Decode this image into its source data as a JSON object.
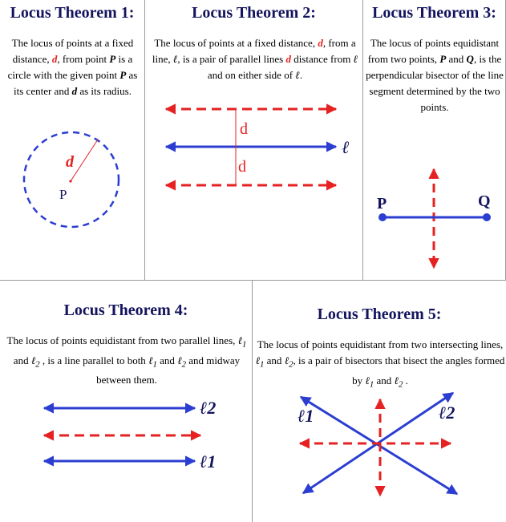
{
  "colors": {
    "blue": "#2b3ed1",
    "red": "#e62121",
    "title": "#14145e"
  },
  "theorem1": {
    "title": "Locus Theorem 1:",
    "t1": "The locus of points at a fixed distance, ",
    "d": "d",
    "t2": ", from point ",
    "p": "P",
    "t3": " is a circle with the given point ",
    "p2": "P",
    "t4": " as its center and ",
    "d2": "d",
    "t5": " as its radius.",
    "fig_d": "d",
    "fig_p": "P"
  },
  "theorem2": {
    "title": "Locus Theorem 2:",
    "t1": "The locus of points at a fixed distance, ",
    "d": "d",
    "t2": ", from a line, ",
    "l": "ℓ",
    "t3": ", is a pair of parallel lines ",
    "d2": "d",
    "t4": " distance from ",
    "l2": "ℓ",
    "t5": " and on either side of ",
    "l3": "ℓ",
    "t6": ".",
    "fig_d_top": "d",
    "fig_d_bottom": "d",
    "fig_l": "ℓ"
  },
  "theorem3": {
    "title": "Locus Theorem 3:",
    "t1": "The locus of points equidistant from two points, ",
    "p": "P",
    "t2": " and ",
    "q": "Q",
    "t3": ", is the perpendicular bisector of the line segment determined by the two points.",
    "fig_p": "P",
    "fig_q": "Q"
  },
  "theorem4": {
    "title": "Locus Theorem 4:",
    "t1": "The locus of points equidistant from two parallel lines, ",
    "l1a": "ℓ",
    "s1a": "1",
    "t2": " and ",
    "l2a": "ℓ",
    "s2a": "2",
    "t3": " , is a line parallel to both ",
    "l1b": "ℓ",
    "s1b": "1",
    "t4": " and ",
    "l2b": "ℓ",
    "s2b": "2",
    "t5": " and midway between them.",
    "fig_l2": "ℓ2",
    "fig_l1": "ℓ1"
  },
  "theorem5": {
    "title": "Locus Theorem 5:",
    "t1": "The locus of points equidistant from two intersecting lines, ",
    "l1a": "ℓ",
    "s1a": "1",
    "t2": " and ",
    "l2a": "ℓ",
    "s2a": "2",
    "t3": ", is a pair of bisectors that bisect the angles formed by ",
    "l1b": "ℓ",
    "s1b": "1",
    "t4": " and ",
    "l2b": "ℓ",
    "s2b": "2",
    "t5": " .",
    "fig_l1": "ℓ1",
    "fig_l2": "ℓ2"
  }
}
